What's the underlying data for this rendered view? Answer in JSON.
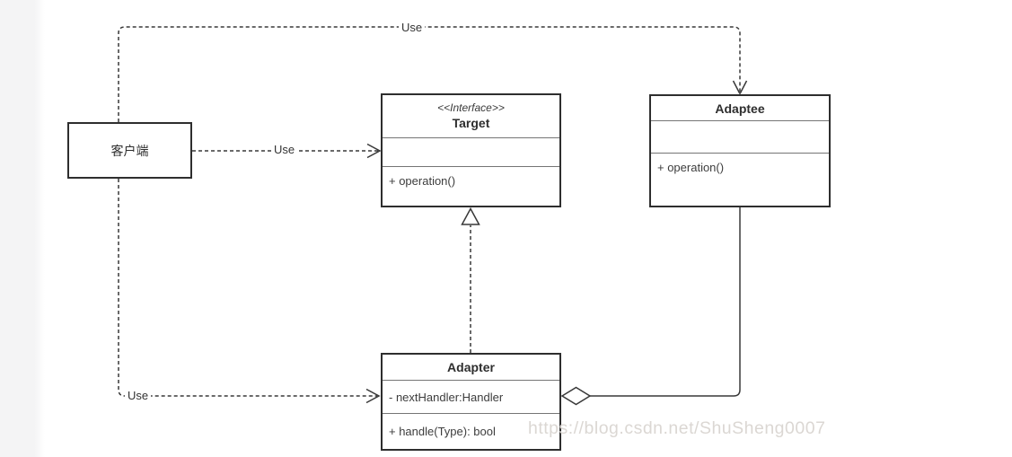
{
  "nodes": {
    "client": {
      "title": "客户端"
    },
    "target": {
      "stereotype": "<<Interface>>",
      "title": "Target",
      "methods": [
        "+ operation()"
      ]
    },
    "adaptee": {
      "title": "Adaptee",
      "methods": [
        "+ operation()"
      ]
    },
    "adapter": {
      "title": "Adapter",
      "attributes": [
        "- nextHandler:Handler"
      ],
      "methods": [
        "+ handle(Type): bool"
      ]
    }
  },
  "edges": {
    "client_to_adaptee": {
      "label": "Use",
      "type": "dashed-open-arrow"
    },
    "client_to_target": {
      "label": "Use",
      "type": "dashed-open-arrow"
    },
    "client_to_adapter": {
      "label": "Use",
      "type": "dashed-open-arrow"
    },
    "adapter_to_target": {
      "type": "dashed-hollow-triangle-realization"
    },
    "adapter_to_adaptee": {
      "type": "solid-hollow-diamond-aggregation"
    }
  },
  "watermark": {
    "text": "https://blog.csdn.net/ShuSheng0007"
  },
  "colors": {
    "line": "#383838",
    "box_border": "#2e2e2e",
    "divider": "#757575",
    "watermark": "#dbd7d3",
    "left_strip": "#f4f4f5",
    "background": "#ffffff"
  }
}
